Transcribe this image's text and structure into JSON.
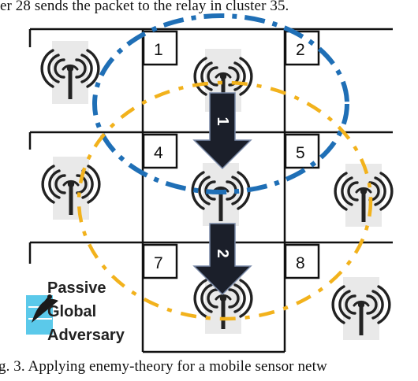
{
  "caption_top": "er 28 sends the packet to the relay in cluster 35.",
  "caption_bottom": "g. 3. Applying enemy-theory for a mobile sensor netw",
  "clusters": [
    "1",
    "2",
    "4",
    "5",
    "7",
    "8"
  ],
  "arrows": [
    "1",
    "2"
  ],
  "adversary_lines": [
    "Passive",
    "Global",
    "Adversary"
  ],
  "colors": {
    "dash_blue": "#1f6fb6",
    "dash_orange": "#f2b21c",
    "arrow_fill": "#1b1f2a",
    "grid": "#111111"
  },
  "icons": [
    "antenna-icon",
    "satellite-dish-icon",
    "arrow-down-icon"
  ]
}
